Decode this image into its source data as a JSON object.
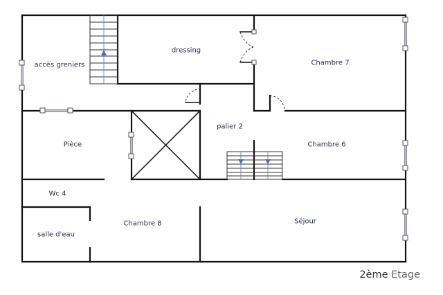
{
  "plan": {
    "title_number": "2ème",
    "title_word": "Etage",
    "colors": {
      "wall": "#111111",
      "text": "#2a2e4a",
      "stair_arrow": "#4a6fb0",
      "window": "#5a5f88"
    },
    "rooms": [
      {
        "id": "acces-greniers",
        "label": "accès greniers"
      },
      {
        "id": "dressing",
        "label": "dressing"
      },
      {
        "id": "chambre-7",
        "label": "Chambre 7"
      },
      {
        "id": "piece",
        "label": "Pièce"
      },
      {
        "id": "palier-2",
        "label": "palier 2"
      },
      {
        "id": "chambre-6",
        "label": "Chambre 6"
      },
      {
        "id": "wc-4",
        "label": "Wc 4"
      },
      {
        "id": "chambre-8",
        "label": "Chambre 8"
      },
      {
        "id": "salle-deau",
        "label": "salle d'eau"
      },
      {
        "id": "sejour",
        "label": "Séjour"
      }
    ],
    "stairs": [
      {
        "id": "stair-up-greniers",
        "direction": "up"
      },
      {
        "id": "stair-down-left",
        "direction": "down"
      },
      {
        "id": "stair-down-right",
        "direction": "down"
      }
    ]
  }
}
